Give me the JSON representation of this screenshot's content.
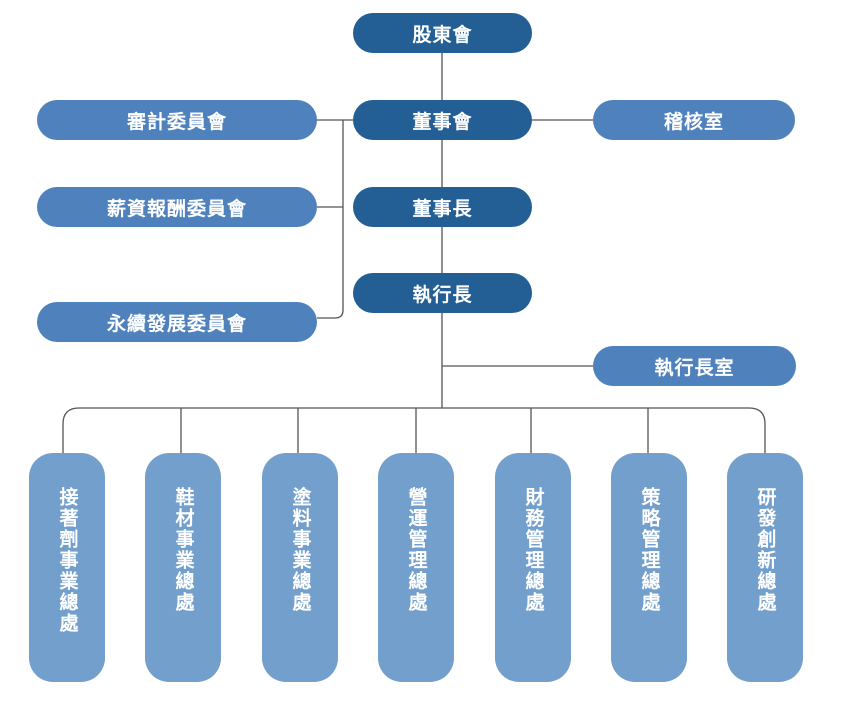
{
  "colors": {
    "top_level": "#235e94",
    "side_units": "#4f81bd",
    "divisions": "#739fcc",
    "connector": "#555555"
  },
  "nodes": {
    "shareholders": "股東會",
    "board": "董事會",
    "chairman": "董事長",
    "ceo": "執行長",
    "audit_committee": "審計委員會",
    "remuneration_committee": "薪資報酬委員會",
    "sustainability_committee": "永續發展委員會",
    "internal_audit": "稽核室",
    "ceo_office": "執行長室"
  },
  "divisions": [
    "接著劑事業總處",
    "鞋材事業總處",
    "塗料事業總處",
    "營運管理總處",
    "財務管理總處",
    "策略管理總處",
    "研發創新總處"
  ]
}
